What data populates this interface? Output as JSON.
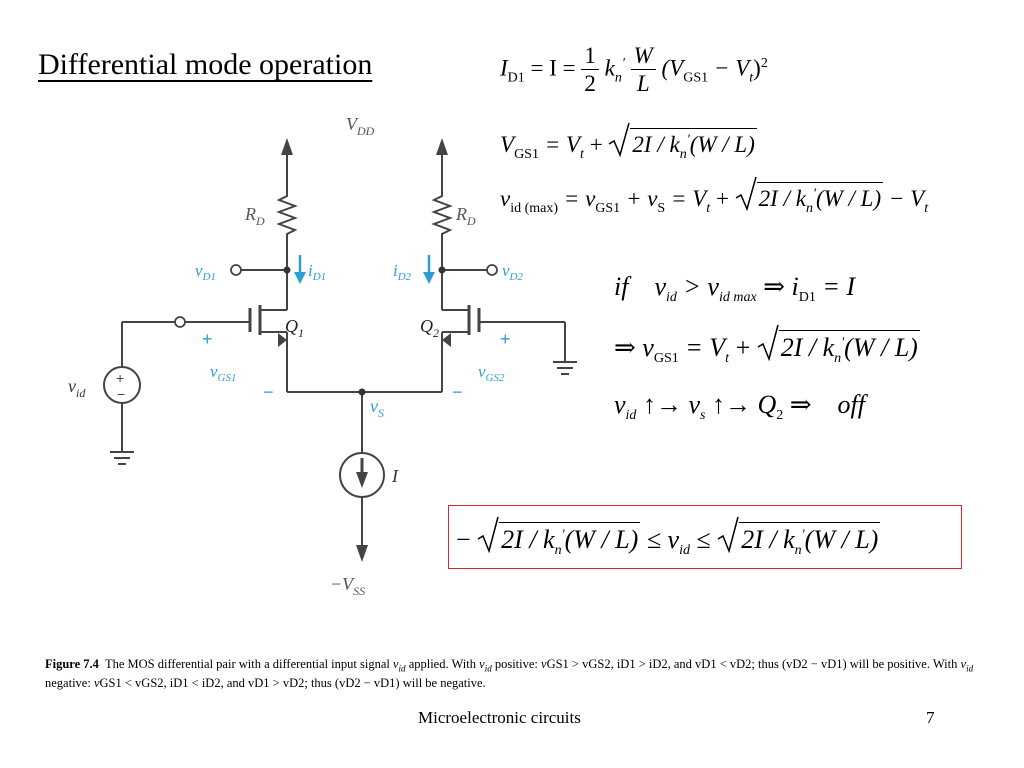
{
  "slide": {
    "title": "Differential mode operation",
    "footer": "Microelectronic circuits",
    "page_number": "7"
  },
  "equations": {
    "eq1_lhs": "I",
    "eq1_lhs_sub": "D1",
    "eq1_mid": "= I =",
    "eq1_frac_num": "1",
    "eq1_frac_den": "2",
    "eq1_k": "k",
    "eq1_k_sub": "n",
    "eq1_k_sup": "'",
    "eq1_wl_num": "W",
    "eq1_wl_den": "L",
    "eq1_tail": "(V",
    "eq1_tail_sub": "GS1",
    "eq1_tail2": "− V",
    "eq1_tail2_sub": "t",
    "eq1_tail3": ")",
    "eq1_sup": "2",
    "eq2_lhs": "V",
    "eq2_lhs_sub": "GS1",
    "eq2_rhs": "= V",
    "eq2_rhs_sub": "t",
    "eq2_plus": "+",
    "eq2_root": "2I / k",
    "eq2_root_sub": "n",
    "eq2_root_sup": "'",
    "eq2_root_tail": "(W / L)",
    "eq3_lhs": "v",
    "eq3_lhs_sub": "id (max)",
    "eq3_a": "= v",
    "eq3_a_sub": "GS1",
    "eq3_b": "+ v",
    "eq3_b_sub": "S",
    "eq3_c": "= V",
    "eq3_c_sub": "t",
    "eq3_d": "+",
    "eq3_root": "2I / k",
    "eq3_root_sub": "n",
    "eq3_root_sup": "'",
    "eq3_root_tail": "(W / L)",
    "eq3_e": "− V",
    "eq3_e_sub": "t",
    "cond_if": "if",
    "cond_v": "v",
    "cond_v_sub": "id",
    "cond_gt": "> v",
    "cond_gt_sub": "id max",
    "cond_then": "⇒ i",
    "cond_then_sub": "D1",
    "cond_eq": "= I",
    "cond2_a": "⇒ v",
    "cond2_a_sub": "GS1",
    "cond2_b": "= V",
    "cond2_b_sub": "t",
    "cond2_c": "+",
    "cond2_root": "2I / k",
    "cond2_root_sub": "n",
    "cond2_root_sup": "'",
    "cond2_root_tail": "(W / L)",
    "cond3_a": "v",
    "cond3_a_sub": "id",
    "cond3_b": "↑→ v",
    "cond3_b_sub": "s",
    "cond3_c": "↑→ Q",
    "cond3_c_sub": "2",
    "cond3_d": "⇒",
    "cond3_off": "off",
    "box_minus": "−",
    "box_root1": "2I / k",
    "box_root1_sub": "n",
    "box_root1_sup": "'",
    "box_root1_tail": "(W / L)",
    "box_le1": "≤ v",
    "box_le1_sub": "id",
    "box_le2": "≤",
    "box_root2": "2I / k",
    "box_root2_sub": "n",
    "box_root2_sup": "'",
    "box_root2_tail": "(W / L)"
  },
  "circuit": {
    "vdd": "V",
    "vdd_sub": "DD",
    "vss": "−V",
    "vss_sub": "SS",
    "rd_left": "R",
    "rd_left_sub": "D",
    "rd_right": "R",
    "rd_right_sub": "D",
    "vd1": "v",
    "vd1_sub": "D1",
    "vd2": "v",
    "vd2_sub": "D2",
    "id1": "i",
    "id1_sub": "D1",
    "id2": "i",
    "id2_sub": "D2",
    "q1": "Q",
    "q1_sub": "1",
    "q2": "Q",
    "q2_sub": "2",
    "vgs1": "v",
    "vgs1_sub": "GS1",
    "vgs2": "v",
    "vgs2_sub": "GS2",
    "plus": "+",
    "minus": "−",
    "vs": "v",
    "vs_sub": "S",
    "vid": "v",
    "vid_sub": "id",
    "current_source": "I",
    "accent_color": "#2a9fd6"
  },
  "caption": {
    "figure_label": "Figure 7.4",
    "text_1": "The MOS differential pair with a differential input signal",
    "text_2": "applied. With",
    "text_3": "positive:",
    "text_4": "will be positive. With",
    "text_5": "negative:",
    "text_6": "will be negative.",
    "v": "v",
    "id": "id",
    "seg_pos": "GS1 > vGS2, iD1 > iD2, and vD1 < vD2; thus (vD2 − vD1)",
    "seg_neg": "GS1 < vGS2, iD1 < iD2, and vD1 > vD2; thus (vD2 − vD1)"
  }
}
